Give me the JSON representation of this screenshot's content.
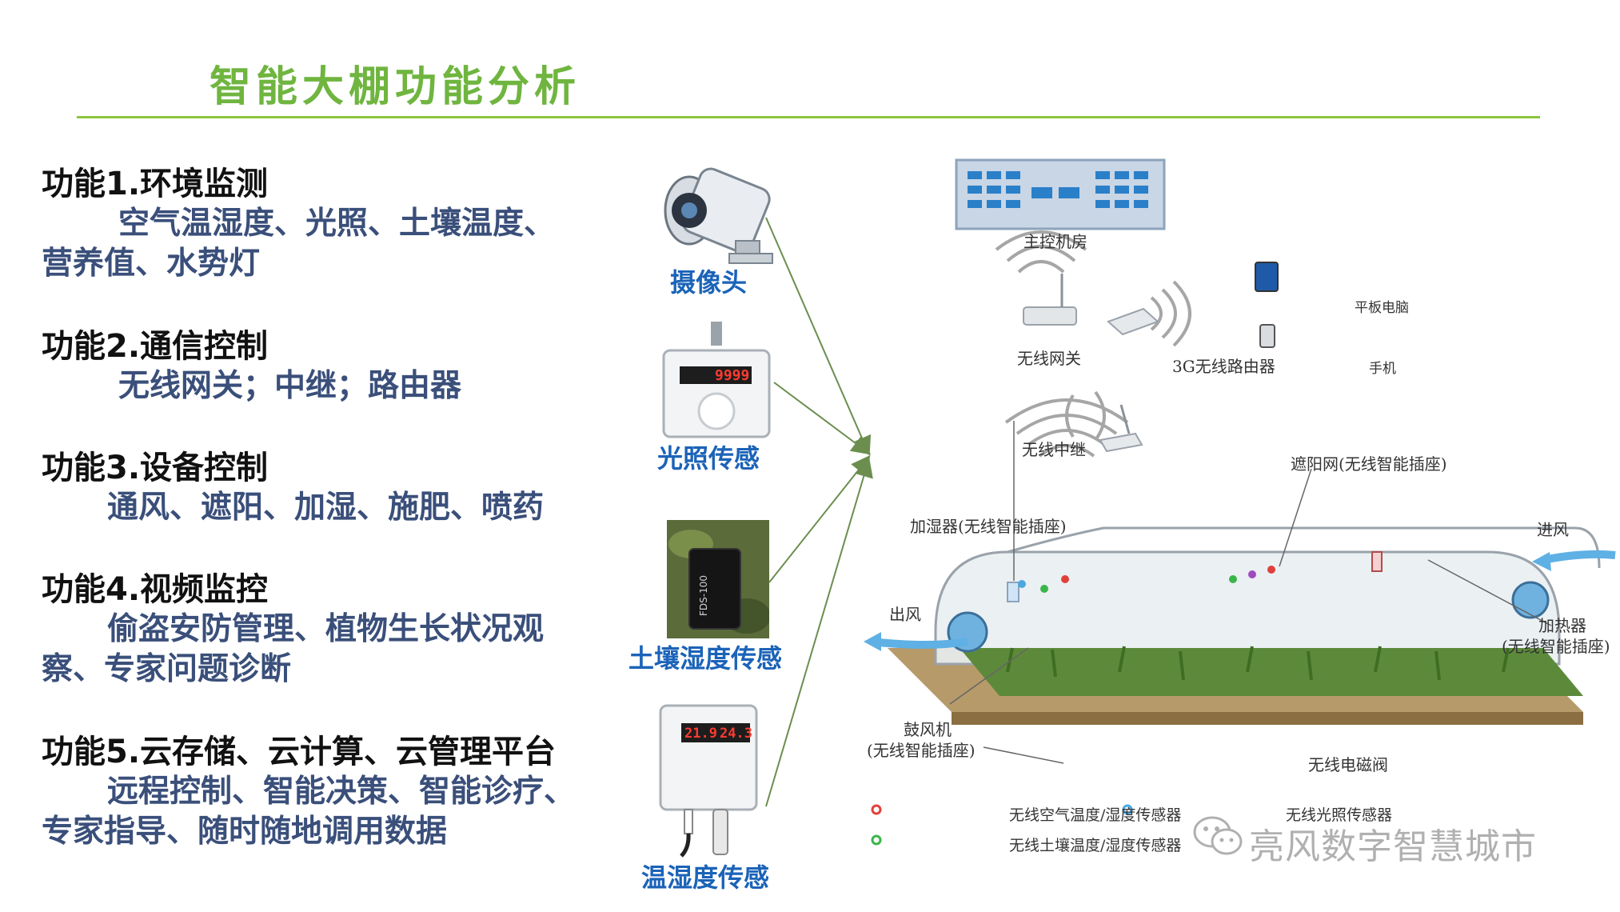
{
  "title": "智能大棚功能分析",
  "features": [
    {
      "title": "功能1.环境监测",
      "lines": [
        "空气温湿度、光照、土壤温度、",
        "营养值、水势灯"
      ]
    },
    {
      "title": "功能2.通信控制",
      "lines": [
        "无线网关；中继；路由器"
      ]
    },
    {
      "title": "功能3.设备控制",
      "lines": [
        "通风、遮阳、加湿、施肥、喷药"
      ]
    },
    {
      "title": "功能4.视频监控",
      "lines": [
        "偷盗安防管理、植物生长状况观",
        "察、专家问题诊断"
      ]
    },
    {
      "title": "功能5.云存储、云计算、云管理平台",
      "lines": [
        "远程控制、智能决策、智能诊疗、",
        "专家指导、随时随地调用数据"
      ]
    }
  ],
  "devices": {
    "camera": "摄像头",
    "light_sensor": "光照传感",
    "light_display": "9999",
    "soil_sensor": "土壤湿度传感",
    "soil_tag": "FDS-100",
    "temp_sensor": "温湿度传感",
    "temp_display_1": "21.9",
    "temp_display_2": "24.3"
  },
  "diagram": {
    "control_room": "主控机房",
    "gateway": "无线网关",
    "router3g": "3G无线路由器",
    "tablet": "平板电脑",
    "phone": "手机",
    "relay": "无线中继",
    "shade_net": "遮阳网(无线智能插座)",
    "humidifier": "加湿器(无线智能插座)",
    "air_in": "进风",
    "air_out": "出风",
    "heater_1": "加热器",
    "heater_2": "(无线智能插座)",
    "blower_1": "鼓风机",
    "blower_2": "(无线智能插座)",
    "valve": "无线电磁阀",
    "legend_air": "无线空气温度/湿度传感器",
    "legend_light": "无线光照传感器",
    "legend_soil": "无线土壤温度/湿度传感器"
  },
  "watermark": "亮风数字智慧城市",
  "colors": {
    "title": "#6fb53f",
    "desc": "#3a4f7a",
    "label": "#1b63b8",
    "accent": "#8cc63f"
  }
}
